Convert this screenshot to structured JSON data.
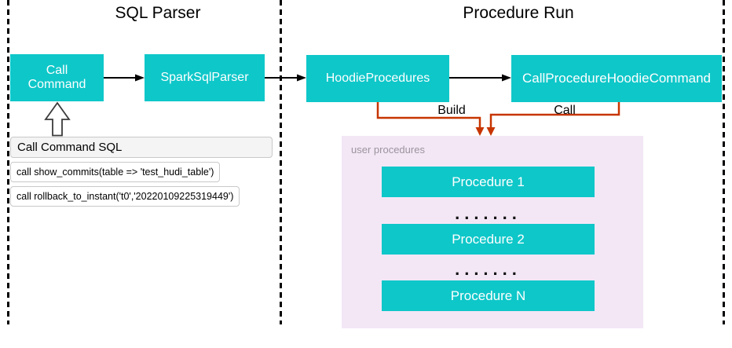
{
  "diagram": {
    "sections": [
      {
        "title": "SQL Parser"
      },
      {
        "title": "Procedure Run"
      }
    ],
    "nodes": {
      "call_command": {
        "label": "Call Command"
      },
      "spark_sql_parser": {
        "label": "SparkSqlParser"
      },
      "hoodie_procedures": {
        "label": "HoodieProcedures"
      },
      "call_procedure_hoodie_command": {
        "label": "CallProcedureHoodieCommand"
      }
    },
    "edges": {
      "build": {
        "label": "Build"
      },
      "call": {
        "label": "Call"
      }
    },
    "sql_table": {
      "header": "Call Command SQL",
      "rows": [
        "call show_commits(table => 'test_hudi_table')",
        "call rollback_to_instant('t0','20220109225319449')"
      ]
    },
    "user_procedures": {
      "label": "user procedures",
      "items": [
        "Procedure 1",
        "Procedure 2",
        "Procedure N"
      ],
      "separator": "......."
    },
    "colors": {
      "node_fill": "#0ec7c9",
      "node_text": "#ffffff",
      "connector_black": "#000000",
      "connector_orange": "#c73500",
      "panel_fill": "#f3e7f6",
      "panel_label_text": "#9a949c",
      "table_header_fill": "#f4f4f4",
      "table_border": "#c9c9c9"
    }
  }
}
